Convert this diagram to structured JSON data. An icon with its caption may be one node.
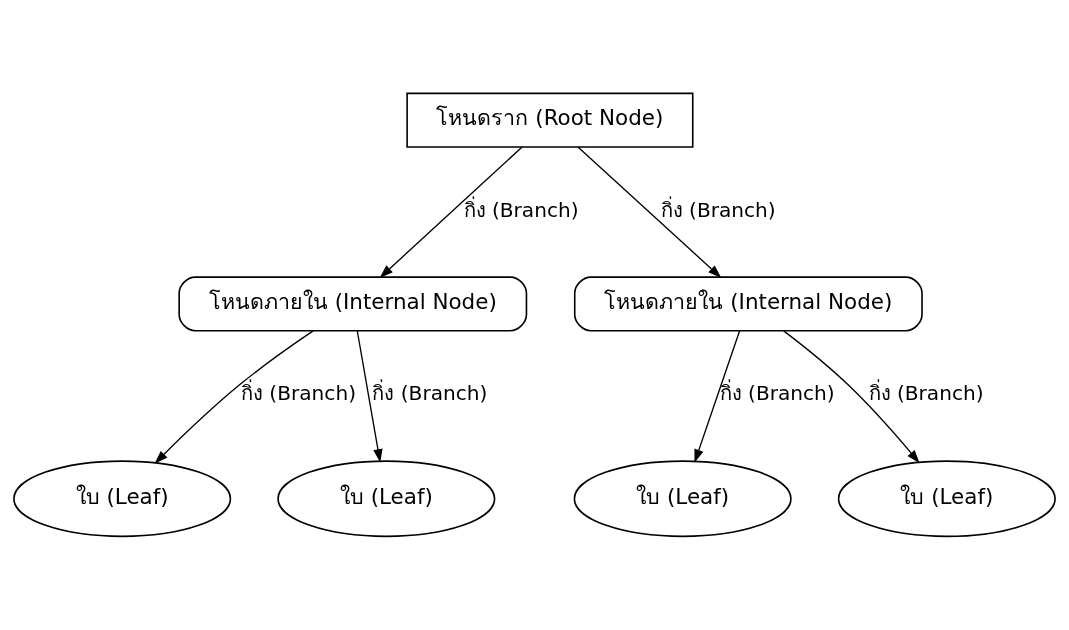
{
  "diagram": {
    "nodes": [
      {
        "text": [
          "โหนดราก (Root Node)"
        ]
      },
      {
        "text": [
          "โหนดภายใน (Internal Node)"
        ]
      },
      {
        "text": [
          "โหนดภายใน (Internal Node)"
        ]
      },
      {
        "text": [
          "ใบ (Leaf)"
        ]
      },
      {
        "text": [
          "ใบ (Leaf)"
        ]
      },
      {
        "text": [
          "ใบ (Leaf)"
        ]
      },
      {
        "text": [
          "ใบ (Leaf)"
        ]
      }
    ],
    "edges": [
      {
        "from": 0,
        "to": 1,
        "arrow": "to",
        "label": "กิ่ง (Branch)"
      },
      {
        "from": 0,
        "to": 2,
        "arrow": "to",
        "label": "กิ่ง (Branch)"
      },
      {
        "from": 1,
        "to": 3,
        "arrow": "to",
        "label": "กิ่ง (Branch)"
      },
      {
        "from": 1,
        "to": 4,
        "arrow": "to",
        "label": "กิ่ง (Branch)"
      },
      {
        "from": 2,
        "to": 5,
        "arrow": "to",
        "label": "กิ่ง (Branch)"
      },
      {
        "from": 2,
        "to": 6,
        "arrow": "to",
        "label": "กิ่ง (Branch)"
      }
    ]
  }
}
